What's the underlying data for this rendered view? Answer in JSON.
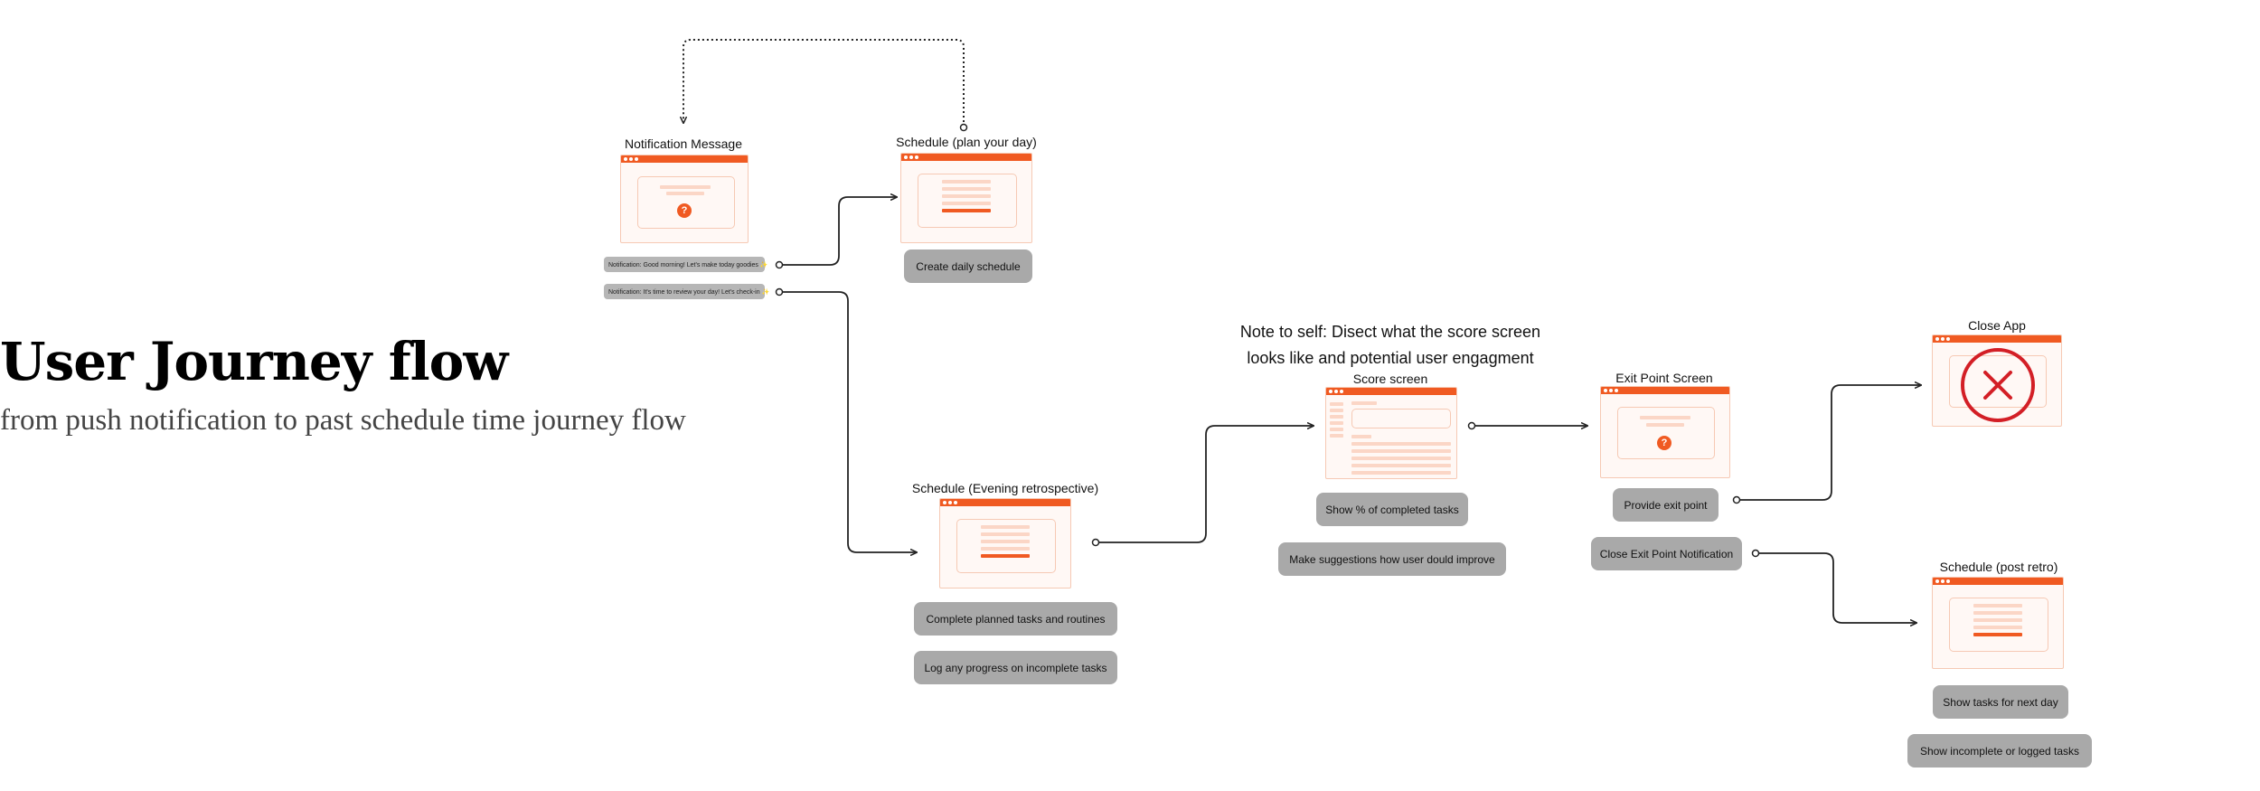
{
  "heading": {
    "title": "User Journey flow",
    "subtitle": "from push notification to past schedule time journey flow"
  },
  "note": {
    "line1": "Note to self: Disect what the score screen",
    "line2": "looks like and potential user engagment"
  },
  "screens": {
    "notification": {
      "title": "Notification Message",
      "icon": "?",
      "chips": [
        "Notification: Good morning! Let's make today goodies ✨",
        "Notification: It's time to review your day! Let's check-in ✨"
      ]
    },
    "schedule_plan": {
      "title": "Schedule (plan your day)",
      "actions": [
        "Create daily schedule"
      ]
    },
    "schedule_evening": {
      "title": "Schedule (Evening retrospective)",
      "actions": [
        "Complete planned tasks and routines",
        "Log any progress on incomplete tasks"
      ]
    },
    "score": {
      "title": "Score screen",
      "actions": [
        "Show % of completed tasks",
        "Make suggestions how user dould improve"
      ]
    },
    "exit_point": {
      "title": "Exit Point Screen",
      "icon": "?",
      "actions": [
        "Provide exit point",
        "Close Exit Point Notification"
      ]
    },
    "close_app": {
      "title": "Close App",
      "icon": "✕"
    },
    "schedule_post": {
      "title": "Schedule (post retro)",
      "actions": [
        "Show tasks for next day",
        "Show incomplete or logged tasks"
      ]
    }
  },
  "colors": {
    "accent": "#f05a22",
    "frame_bg": "#fff8f5",
    "frame_border": "#f6c9b4",
    "line_light": "#fbd6c6",
    "button_bg": "#a9a9a9",
    "close_red": "#d31f26"
  }
}
